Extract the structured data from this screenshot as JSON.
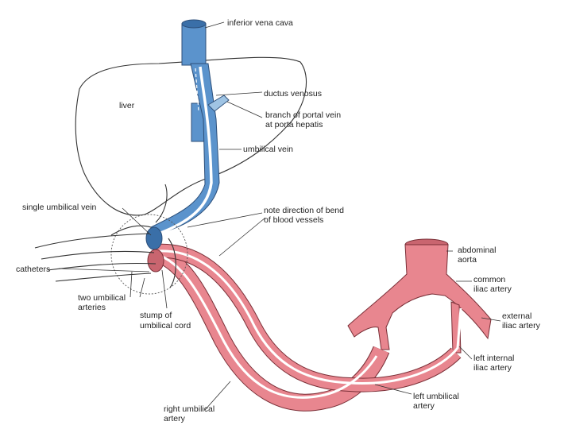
{
  "diagram": {
    "labels": {
      "inferior_vena_cava": "inferior vena cava",
      "liver": "liver",
      "ductus_venosus": "ductus venosus",
      "branch_portal_1": "branch of portal vein",
      "branch_portal_2": "at porta hepatis",
      "umbilical_vein": "umbilical vein",
      "single_umbilical_vein": "single umbilical vein",
      "note_direction_1": "note direction of bend",
      "note_direction_2": "of blood vessels",
      "catheters": "catheters",
      "two_umbilical_1": "two umbilical",
      "two_umbilical_2": "arteries",
      "stump_1": "stump of",
      "stump_2": "umbilical cord",
      "abdominal_aorta_1": "abdominal",
      "abdominal_aorta_2": "aorta",
      "common_iliac_1": "common",
      "common_iliac_2": "iliac artery",
      "external_iliac_1": "external",
      "external_iliac_2": "iliac artery",
      "left_internal_1": "left internal",
      "left_internal_2": "iliac artery",
      "left_umbilical_1": "left umbilical",
      "left_umbilical_2": "artery",
      "right_umbilical_1": "right umbilical",
      "right_umbilical_2": "artery"
    },
    "colors": {
      "vein": "#5b93cc",
      "vein_dark": "#3a6fa8",
      "artery": "#e8868f",
      "artery_dark": "#c9656f",
      "line": "#333333"
    }
  }
}
